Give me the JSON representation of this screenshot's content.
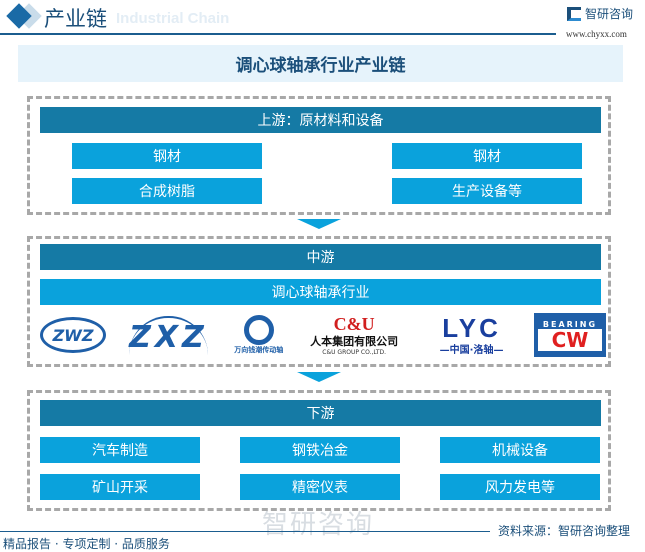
{
  "header": {
    "title": "产业链",
    "subtitle": "Industrial Chain",
    "brand": "智研咨询",
    "url": "www.chyxx.com"
  },
  "chart_title": "调心球轴承行业产业链",
  "upstream": {
    "label": "上游：原材料和设备",
    "items": [
      "钢材",
      "钢材",
      "合成树脂",
      "生产设备等"
    ]
  },
  "midstream": {
    "label": "中游",
    "industry": "调心球轴承行业",
    "logos": [
      {
        "name": "ZWZ",
        "text": "ZWZ"
      },
      {
        "name": "ZXZ",
        "text": "ZXZ"
      },
      {
        "name": "万向钱潮传动轴",
        "text": "万向钱潮传动轴"
      },
      {
        "name": "人本集团",
        "text": "C&U",
        "sub": "人本集团有限公司",
        "sub2": "C&U GROUP CO.,LTD."
      },
      {
        "name": "LYC",
        "text": "LYC",
        "sub": "—中国·洛轴—"
      },
      {
        "name": "CW",
        "text": "CW",
        "sub": "BEARING"
      }
    ]
  },
  "downstream": {
    "label": "下游",
    "items": [
      "汽车制造",
      "钢铁冶金",
      "机械设备",
      "矿山开采",
      "精密仪表",
      "风力发电等"
    ]
  },
  "footer": {
    "left": "精品报告 · 专项定制 · 品质服务",
    "source": "资料来源：智研咨询整理",
    "watermark": "智研咨询"
  }
}
